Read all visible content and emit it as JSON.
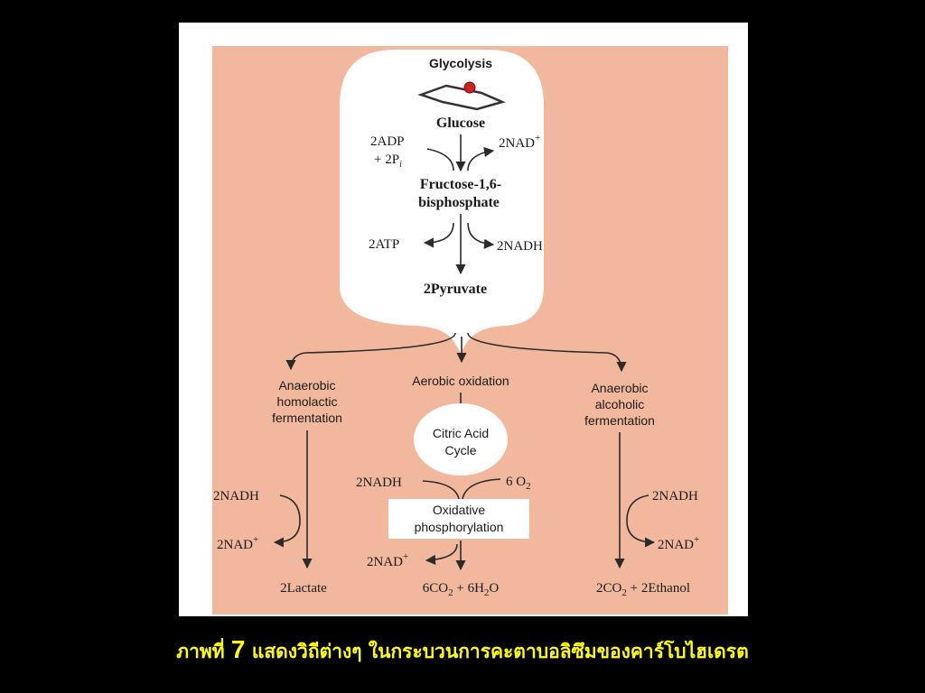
{
  "glycolysis": {
    "title": "Glycolysis",
    "glucose": "Glucose",
    "adp": "2ADP",
    "pi_prefix": "+ 2P",
    "pi_sub": "i",
    "nad_plus": "2NAD",
    "plus_sign": "+",
    "fbp_line1": "Fructose-1,6-",
    "fbp_line2": "bisphosphate",
    "atp": "2ATP",
    "nadh": "2NADH",
    "pyruvate": "2Pyruvate"
  },
  "homolactic": {
    "line1": "Anaerobic",
    "line2": "homolactic",
    "line3": "fermentation",
    "nadh": "2NADH",
    "nad_plus": "2NAD",
    "plus_sign": "+",
    "product": "2Lactate"
  },
  "aerobic": {
    "label": "Aerobic oxidation",
    "cycle_line1": "Citric Acid",
    "cycle_line2": "Cycle",
    "nadh": "2NADH",
    "o2_prefix": "6 O",
    "o2_sub": "2",
    "oxphos_line1": "Oxidative",
    "oxphos_line2": "phosphorylation",
    "nad_plus": "2NAD",
    "plus_sign": "+",
    "co2_prefix": "6CO",
    "co2_sub": "2",
    "plus": "+",
    "h2o_prefix": "6H",
    "h2o_sub": "2",
    "h2o_suffix": "O"
  },
  "alcoholic": {
    "line1": "Anaerobic",
    "line2": "alcoholic",
    "line3": "fermentation",
    "nadh": "2NADH",
    "nad_plus": "2NAD",
    "plus_sign": "+",
    "co2_prefix": "2CO",
    "co2_sub": "2",
    "plus": "+",
    "ethanol": "2Ethanol"
  },
  "caption": {
    "prefix": "ภาพที่",
    "number": "7",
    "text": "แสดงวิถีต่างๆ ในกระบวนการคะตาบอลิซึมของคาร์โบไฮเดรต"
  },
  "colors": {
    "panel": "#f1b89e",
    "arrows": "#2b2b2b",
    "text": "#1a1a1a",
    "caption": "#ffff00"
  }
}
